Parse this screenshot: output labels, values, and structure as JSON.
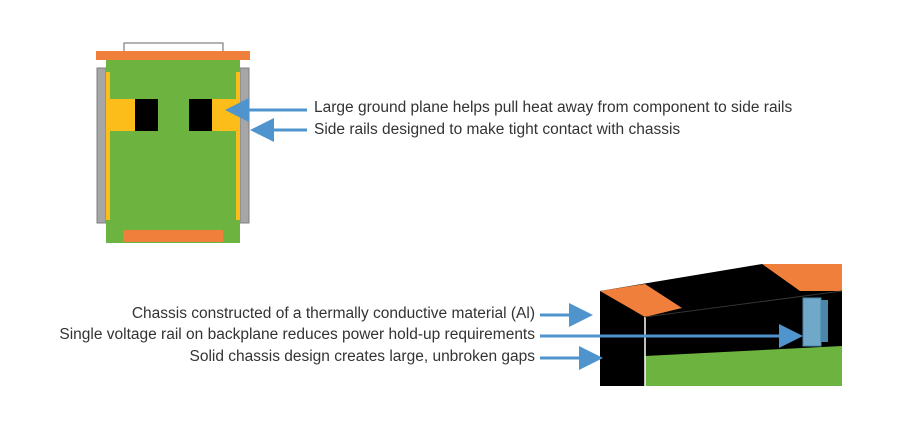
{
  "colors": {
    "pcb_green": "#6db33f",
    "orange": "#f07f3c",
    "gold": "#fcbd1a",
    "black": "#000000",
    "rail_gray": "#a6a6a6",
    "arrow_blue": "#4f94cd",
    "capacitor_blue": "#6fa8c8",
    "connector_white": "#ffffff"
  },
  "annotations": {
    "ground_plane": "Large ground plane helps pull heat away from component to side rails",
    "side_rails": "Side rails designed to make tight contact with chassis",
    "chassis_material": "Chassis constructed of a thermally conductive material (Al)",
    "voltage_rail": "Single voltage rail on backplane reduces power hold-up requirements",
    "solid_chassis": "Solid chassis design creates large, unbroken gaps"
  }
}
